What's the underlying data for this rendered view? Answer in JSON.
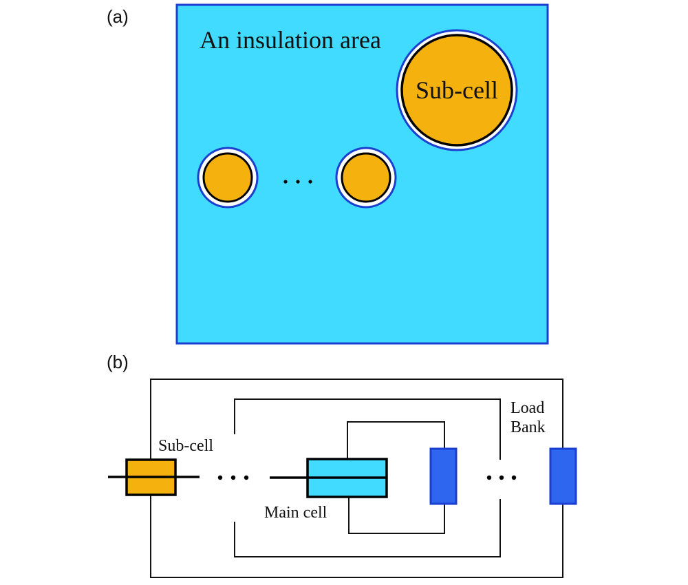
{
  "panel_a": {
    "label": "(a)",
    "area_label": "An insulation area",
    "large_cell_label": "Sub-cell",
    "ellipsis": "…"
  },
  "panel_b": {
    "label": "(b)",
    "subcell_label": "Sub-cell",
    "maincell_label": "Main cell",
    "loadbank_label_line1": "Load",
    "loadbank_label_line2": "Bank"
  },
  "colors": {
    "insulation_fill": "#40dbff",
    "insulation_border": "#1a3fd0",
    "cell_fill": "#f5b20f",
    "main_cell_fill": "#40dbff",
    "load_fill": "#2f66f0",
    "load_border": "#1a3fd0"
  }
}
